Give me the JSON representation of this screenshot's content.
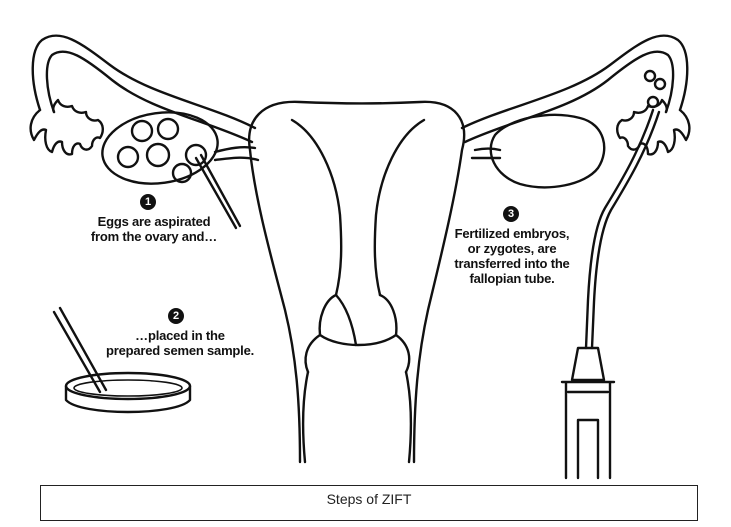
{
  "steps": [
    {
      "number": "1",
      "lines": [
        "Eggs are aspirated",
        "from the ovary and…"
      ]
    },
    {
      "number": "2",
      "lines": [
        "…placed in the",
        "prepared semen sample."
      ]
    },
    {
      "number": "3",
      "lines": [
        "Fertilized embryos,",
        "or zygotes, are",
        "transferred into the",
        "fallopian tube."
      ]
    }
  ],
  "caption": "Steps of ZIFT"
}
